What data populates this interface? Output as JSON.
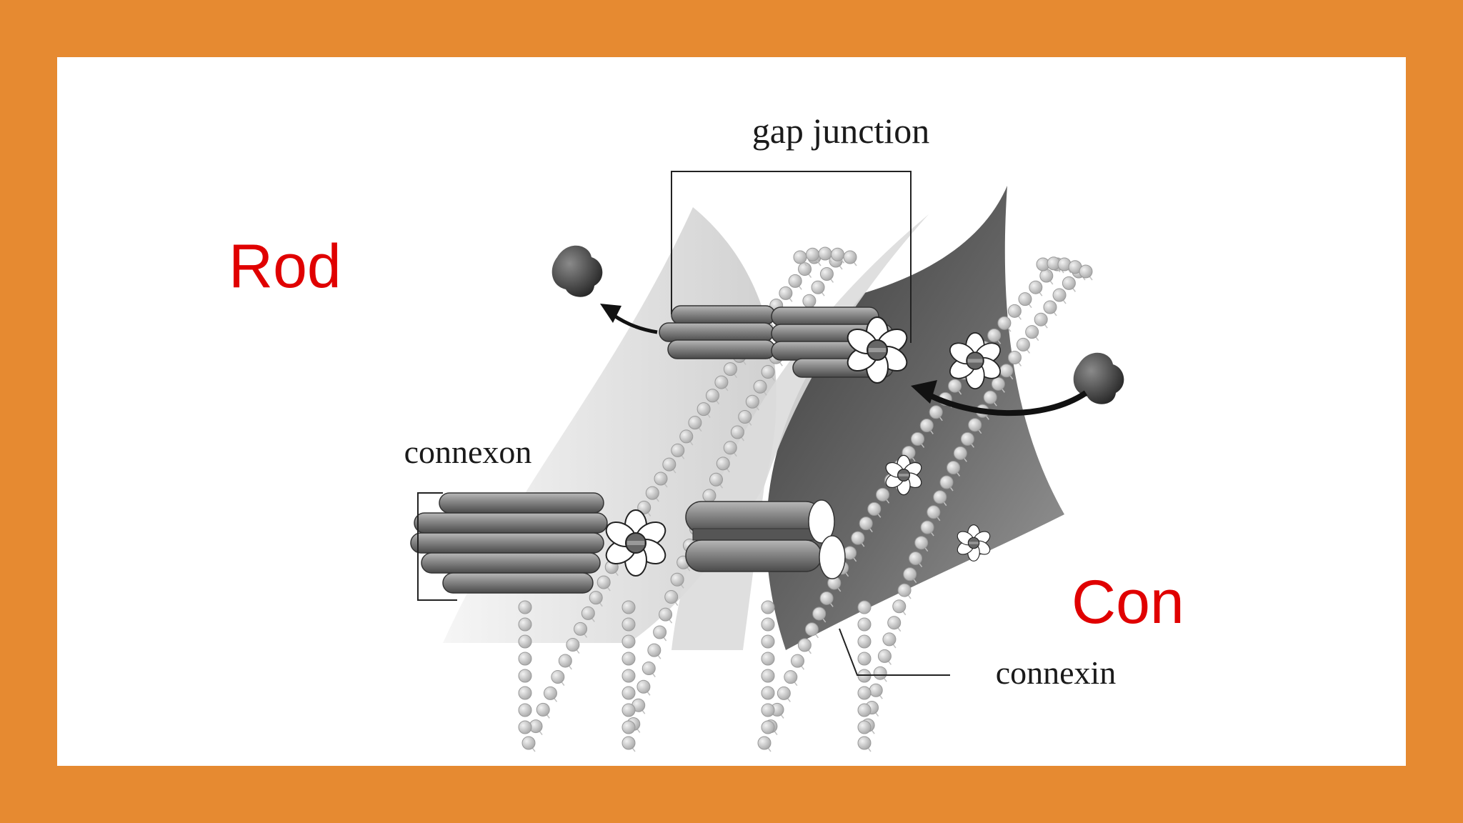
{
  "labels": {
    "gap_junction": "gap junction",
    "connexon": "connexon",
    "connexin": "connexin",
    "rod": "Rod",
    "con": "Con"
  },
  "colors": {
    "frame": "#E68A31",
    "slide": "#FFFFFF",
    "annotation_red": "#E00000",
    "membrane_dark": "#555555",
    "lipid_head": "#BDBDBD",
    "channel": "#7A7A7A"
  },
  "icons": [
    "molecule-blob-icon",
    "arrow-icon",
    "connexon-flower-icon"
  ]
}
